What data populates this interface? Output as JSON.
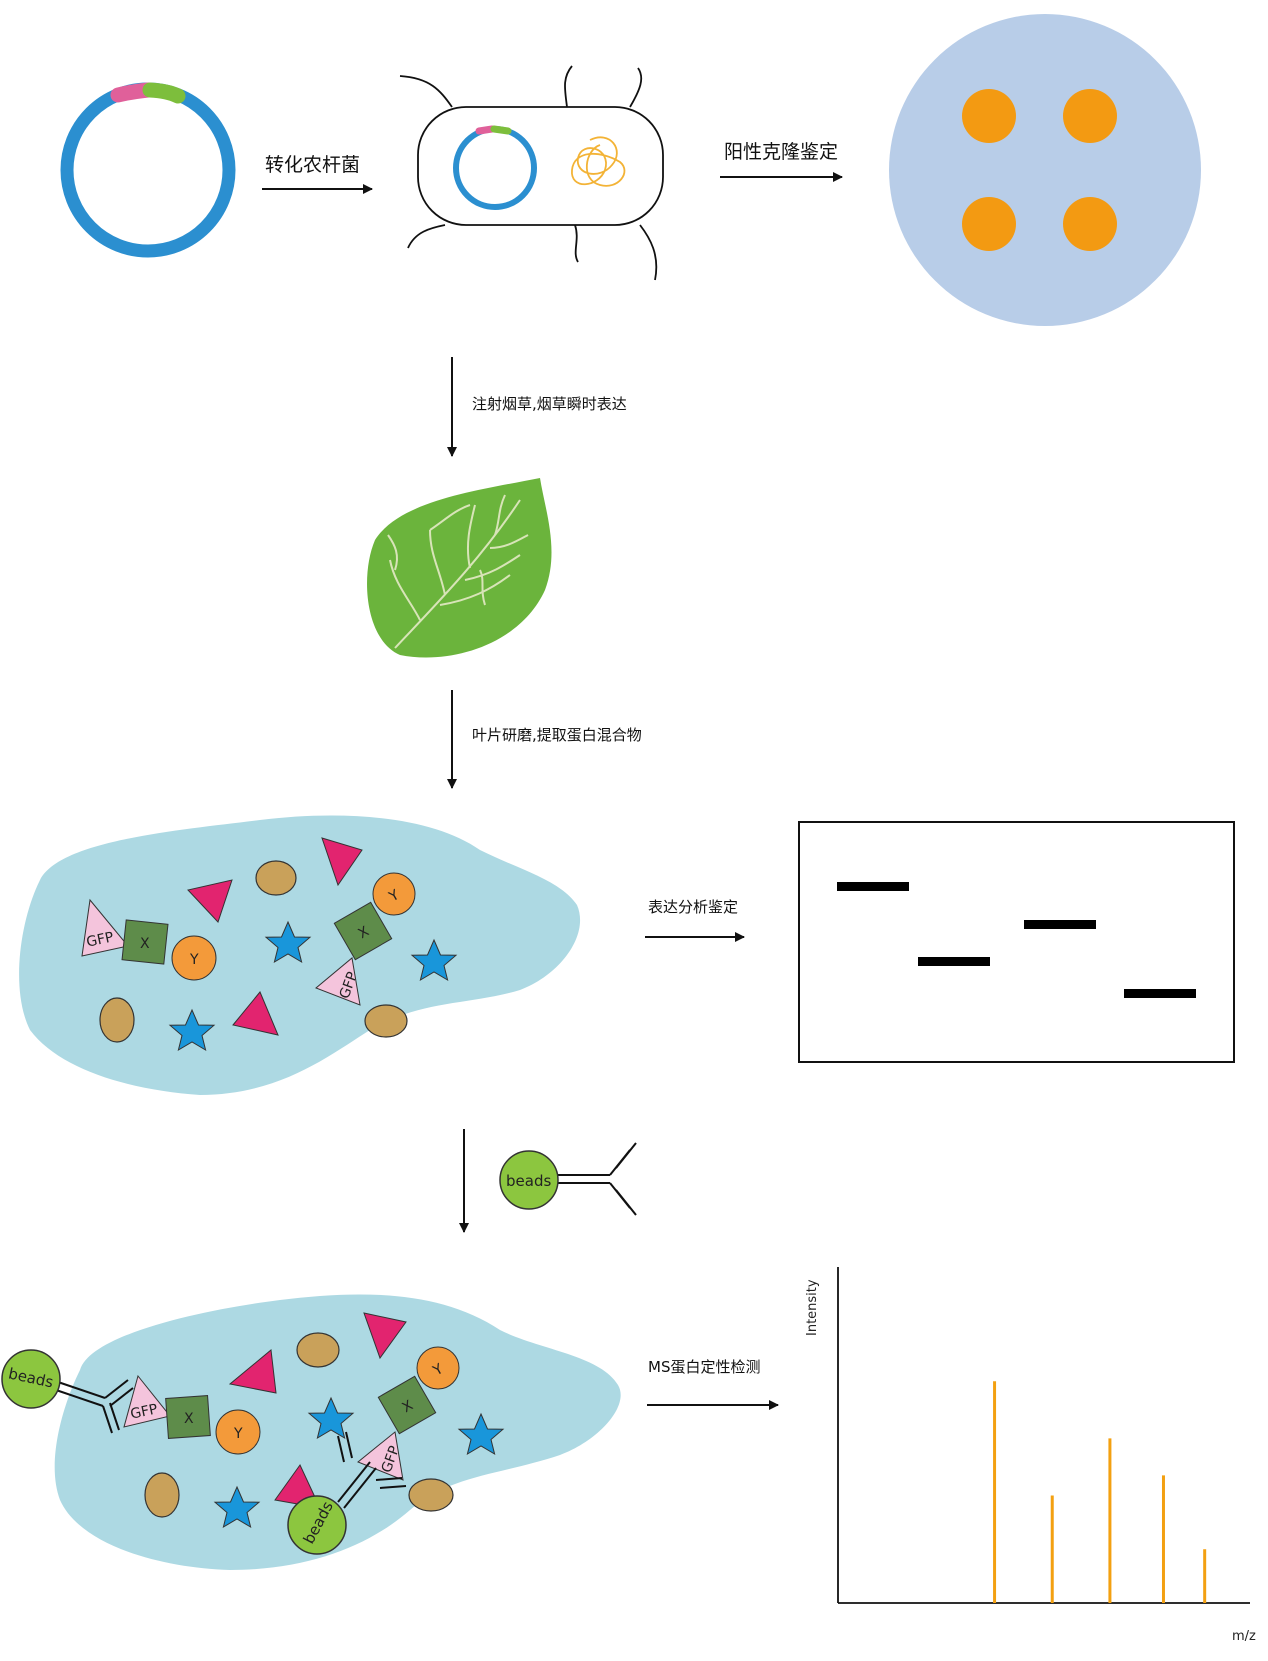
{
  "steps": {
    "transform": "转化农杆菌",
    "positive_clone": "阳性克隆鉴定",
    "inject": "注射烟草,烟草瞬时表达",
    "grind": "叶片研磨,提取蛋白混合物",
    "expression": "表达分析鉴定",
    "ms": "MS蛋白定性检测"
  },
  "labels": {
    "gfp": "GFP",
    "x": "X",
    "y": "Y",
    "beads": "beads"
  },
  "ms_spectrum": {
    "ylabel": "Intensity",
    "xlabel": "m/z",
    "peaks": [
      {
        "mz": 0.38,
        "intensity": 0.66
      },
      {
        "mz": 0.52,
        "intensity": 0.32
      },
      {
        "mz": 0.66,
        "intensity": 0.49
      },
      {
        "mz": 0.79,
        "intensity": 0.38
      },
      {
        "mz": 0.89,
        "intensity": 0.16
      }
    ]
  },
  "colors": {
    "plasmid": "#2B8FD0",
    "promoter": "#E0609A",
    "insert": "#7DBE3C",
    "plate": "#B8CDE8",
    "colony": "#F39A12",
    "leaf": "#6BB43C",
    "lysate": "#ADD9E3",
    "ellipse": "#C9A15A",
    "triangle": "#E2246F",
    "star": "#1996DA",
    "square": "#5E8C4A",
    "circle_y": "#F39A3A",
    "gfp": "#F4C4DC",
    "bead": "#8CC63F",
    "peak": "#F3A011"
  }
}
